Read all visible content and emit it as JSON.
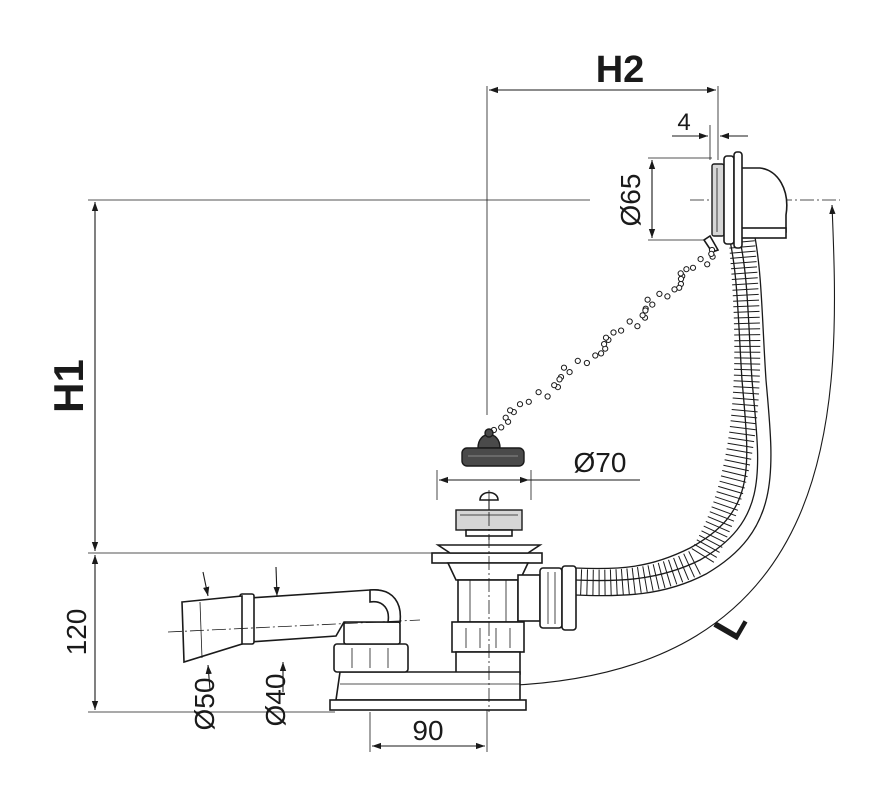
{
  "labels": {
    "h1": "H1",
    "h2": "H2",
    "l": "L",
    "d4": "4",
    "d65": "Ø65",
    "d70": "Ø70",
    "d120": "120",
    "d50": "Ø50",
    "d40": "Ø40",
    "d90": "90"
  },
  "colors": {
    "line": "#1a1a1a",
    "part_fill": "#ffffff",
    "metal_fill": "#d6d6d6",
    "stopper_fill": "#4a4a4a"
  }
}
